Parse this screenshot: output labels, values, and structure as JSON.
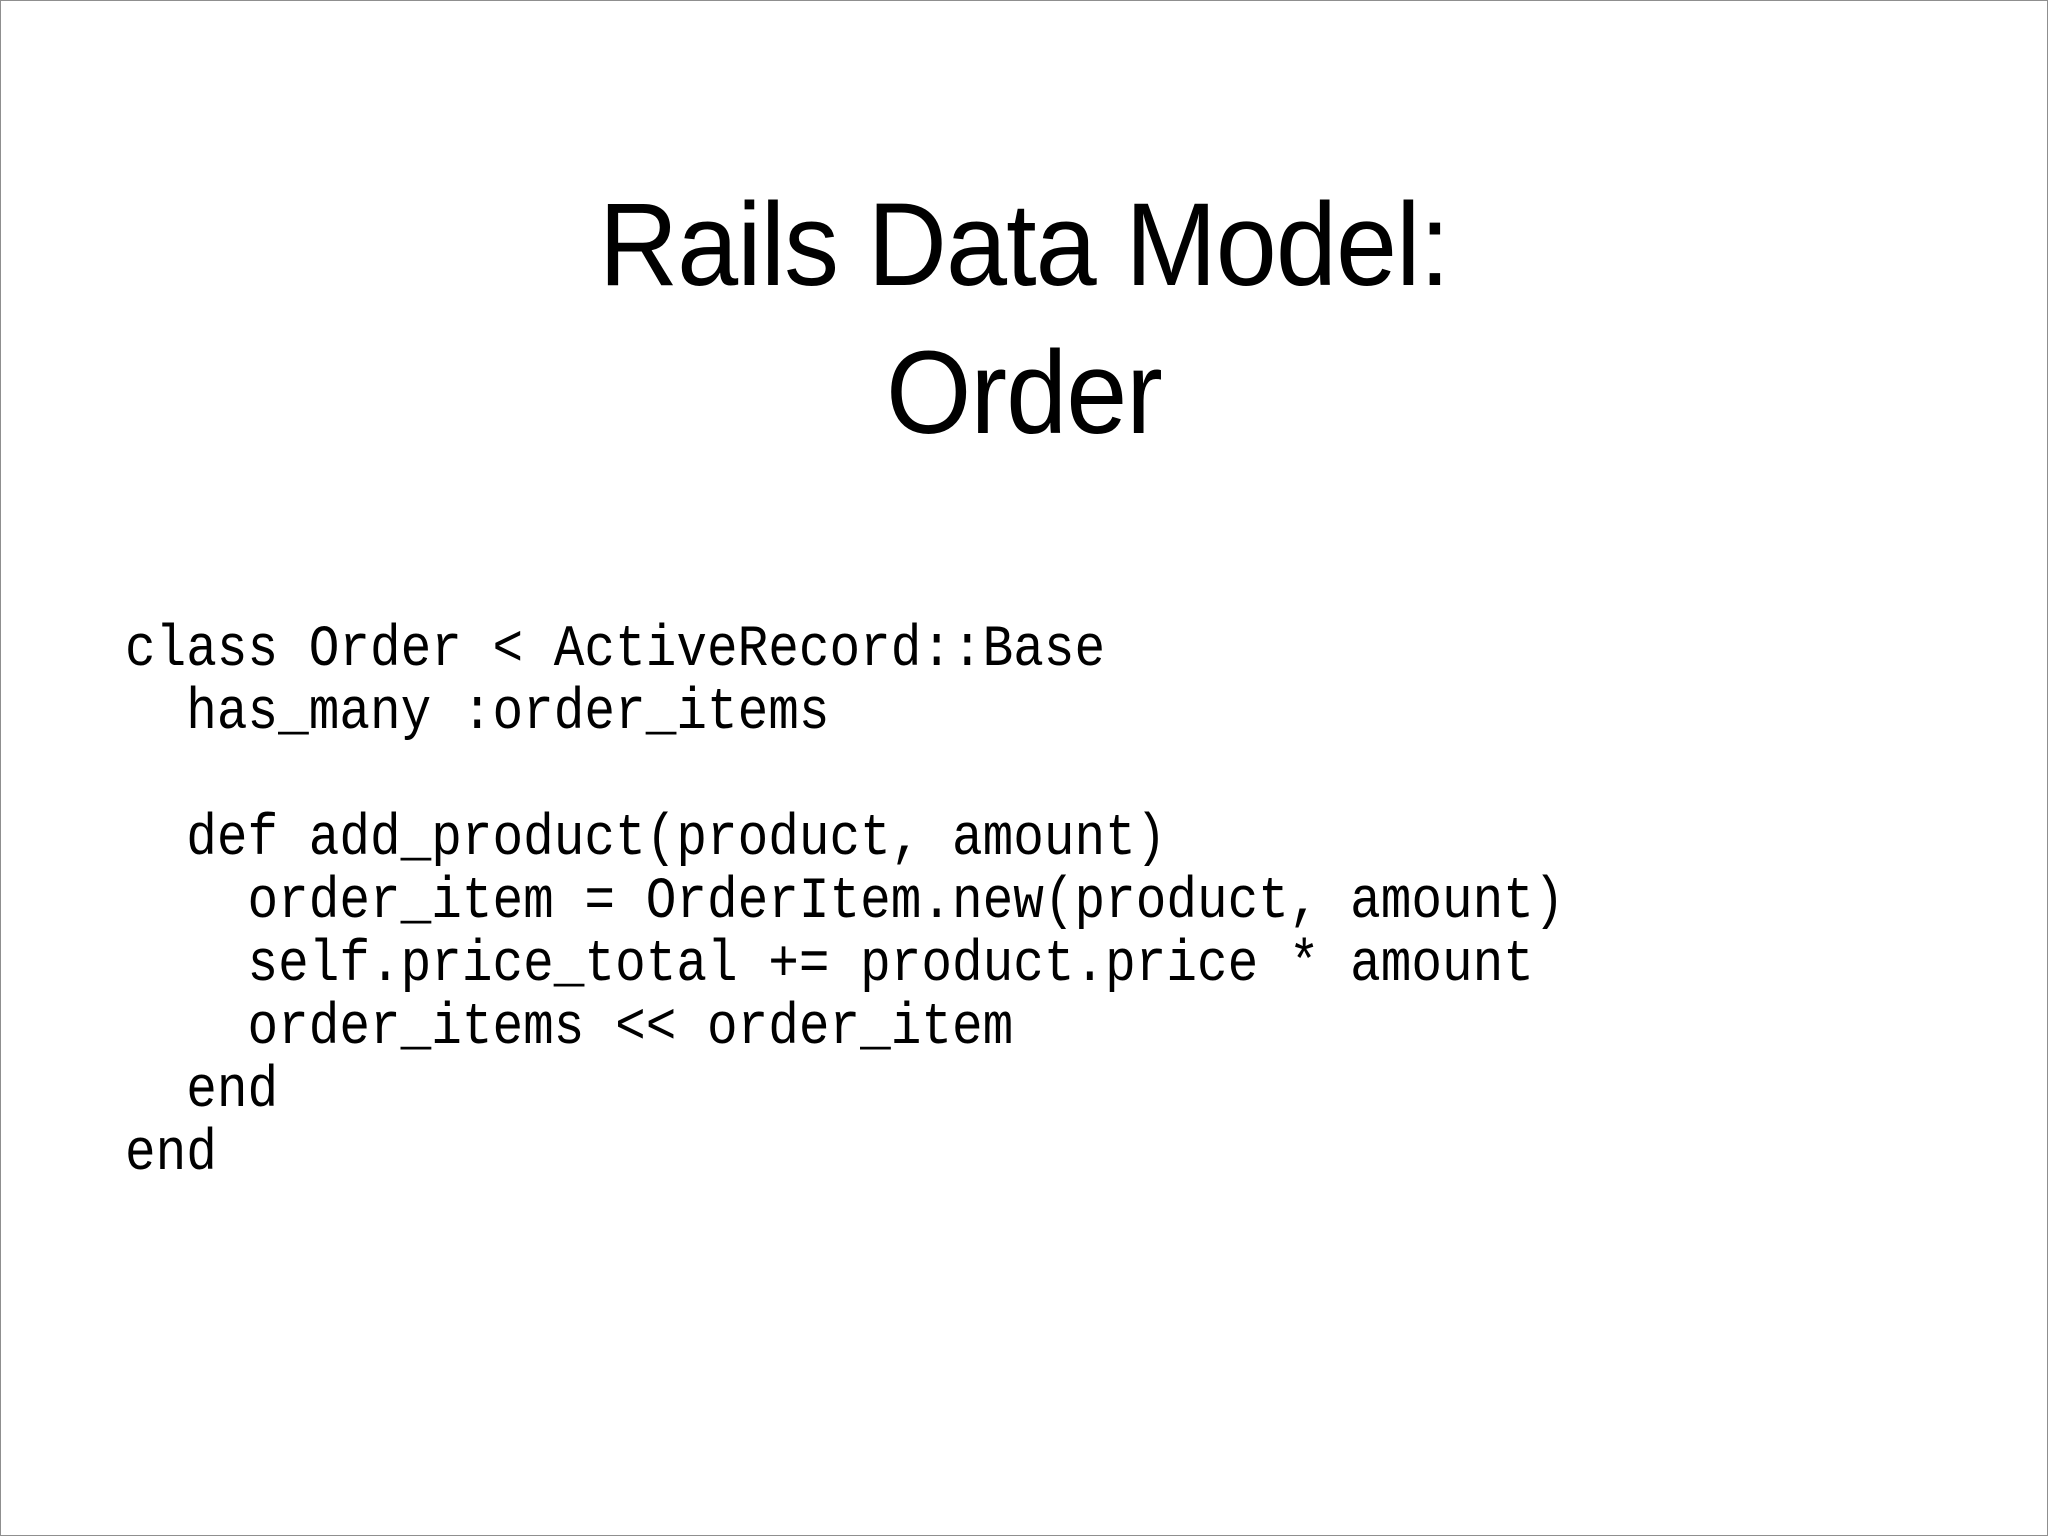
{
  "slide": {
    "background_color": "#ffffff",
    "border_color": "#8f8f8f",
    "text_color": "#000000",
    "title": {
      "line1": "Rails Data Model:",
      "line2": "Order"
    },
    "code": {
      "language": "ruby",
      "lines": [
        "class Order < ActiveRecord::Base",
        "  has_many :order_items",
        "",
        "  def add_product(product, amount)",
        "    order_item = OrderItem.new(product, amount)",
        "    self.price_total += product.price * amount",
        "    order_items << order_item",
        "  end",
        "end"
      ]
    }
  }
}
